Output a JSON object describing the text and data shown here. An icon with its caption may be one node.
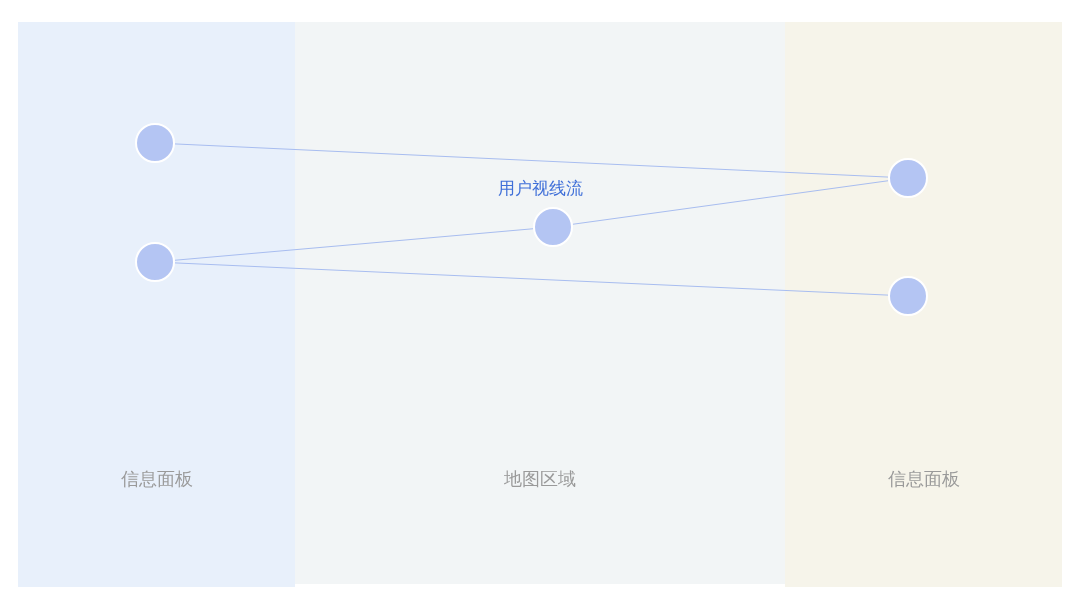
{
  "diagram": {
    "nodes": [
      {
        "text": [
          "信息面板"
        ]
      },
      {
        "text": [],
        "shape": "circle",
        "in": 0
      },
      {
        "text": [],
        "shape": "circle",
        "in": 0
      },
      {
        "text": [
          "地图区域"
        ]
      },
      {
        "text": [],
        "shape": "circle",
        "in": 3,
        "beside": [
          "用户视线流"
        ]
      },
      {
        "text": [
          "信息面板"
        ]
      },
      {
        "text": [],
        "shape": "circle",
        "in": 5
      },
      {
        "text": [],
        "shape": "circle",
        "in": 5
      }
    ],
    "edges": [
      {
        "from": 1,
        "to": 6,
        "arrow": "none"
      },
      {
        "from": 2,
        "to": 4,
        "arrow": "none"
      },
      {
        "from": 4,
        "to": 6,
        "arrow": "none"
      },
      {
        "from": 2,
        "to": 7,
        "arrow": "none"
      }
    ]
  }
}
